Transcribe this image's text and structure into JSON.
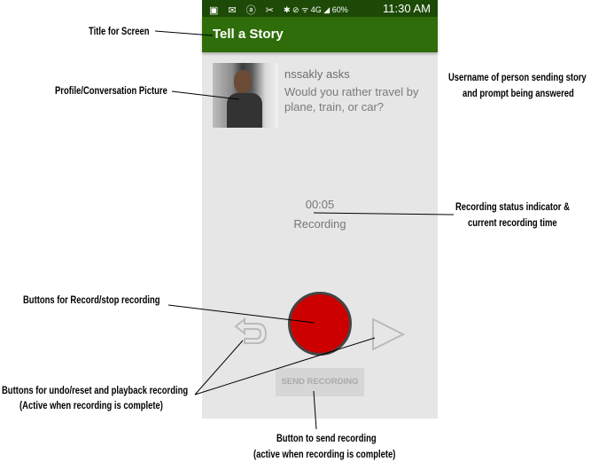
{
  "status_bar": {
    "notification_icons": "▣ ✉ ⓐ ✂",
    "system_icons": "✱ ⊘ ᯤ 4G ◢ 60%",
    "time": "11:30 AM"
  },
  "app_bar": {
    "title": "Tell a Story"
  },
  "story": {
    "asker": "nssakly asks",
    "prompt": "Would you rather travel by plane, train, or car?"
  },
  "recording": {
    "time": "00:05",
    "status": "Recording"
  },
  "buttons": {
    "send": "SEND RECORDING"
  },
  "colors": {
    "status_bar": "#1d4a06",
    "app_bar": "#2f6d0a",
    "record": "#cc0000",
    "background": "#e6e6e6"
  },
  "annotations": {
    "title": "Title for Screen",
    "picture": "Profile/Conversation Picture",
    "username_1": "Username of person sending story",
    "username_2": "and prompt being answered",
    "status_1": "Recording status indicator &",
    "status_2": "current recording time",
    "record": "Buttons for Record/stop recording",
    "undo_1": "Buttons for undo/reset and playback recording",
    "undo_2": "(Active when recording is complete)",
    "send_1": "Button to send recording",
    "send_2": "(active when recording is complete)"
  }
}
